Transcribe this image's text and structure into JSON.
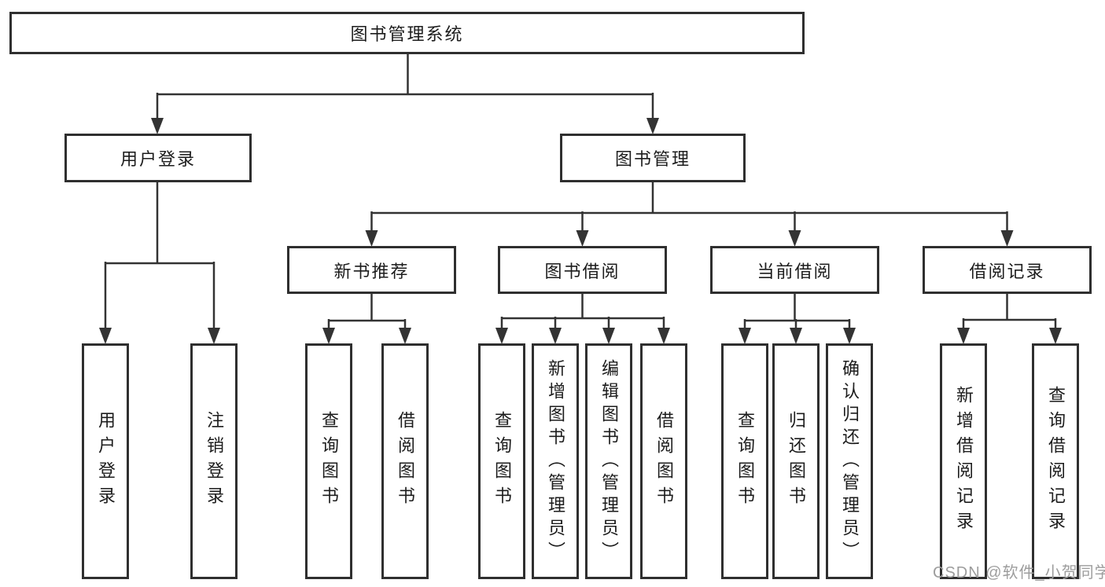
{
  "diagram": {
    "title": "图书管理系统",
    "type": "hierarchy-tree"
  },
  "nodes": {
    "root": "图书管理系统",
    "user_login": "用户登录",
    "book_management": "图书管理",
    "new_book_recommend": "新书推荐",
    "book_borrow": "图书借阅",
    "current_borrow": "当前借阅",
    "borrow_records": "借阅记录",
    "ul_user_login": "用户登录",
    "ul_logout": "注销登录",
    "nbr_query_book": "查询图书",
    "nbr_borrow_book": "借阅图书",
    "bb_query_book": "查询图书",
    "bb_add_book_admin": "新增图书（管理员）",
    "bb_edit_book_admin": "编辑图书（管理员）",
    "bb_borrow_book": "借阅图书",
    "cb_query_book": "查询图书",
    "cb_return_book": "归还图书",
    "cb_confirm_return_admin": "确认归还（管理员）",
    "br_add_record": "新增借阅记录",
    "br_query_record": "查询借阅记录"
  },
  "edges": [
    [
      "root",
      "user_login"
    ],
    [
      "root",
      "book_management"
    ],
    [
      "user_login",
      "ul_user_login"
    ],
    [
      "user_login",
      "ul_logout"
    ],
    [
      "book_management",
      "new_book_recommend"
    ],
    [
      "book_management",
      "book_borrow"
    ],
    [
      "book_management",
      "current_borrow"
    ],
    [
      "book_management",
      "borrow_records"
    ],
    [
      "new_book_recommend",
      "nbr_query_book"
    ],
    [
      "new_book_recommend",
      "nbr_borrow_book"
    ],
    [
      "book_borrow",
      "bb_query_book"
    ],
    [
      "book_borrow",
      "bb_add_book_admin"
    ],
    [
      "book_borrow",
      "bb_edit_book_admin"
    ],
    [
      "book_borrow",
      "bb_borrow_book"
    ],
    [
      "current_borrow",
      "cb_query_book"
    ],
    [
      "current_borrow",
      "cb_return_book"
    ],
    [
      "current_borrow",
      "cb_confirm_return_admin"
    ],
    [
      "borrow_records",
      "br_add_record"
    ],
    [
      "borrow_records",
      "br_query_record"
    ]
  ],
  "watermark": {
    "text": "CSDN @软件_小贺同学"
  },
  "colors": {
    "background": "#ffffff",
    "box_border": "#2f2f2f",
    "connector_line": "#333333",
    "text": "#1c1c1c",
    "watermark_text": "#9d9d9d"
  }
}
